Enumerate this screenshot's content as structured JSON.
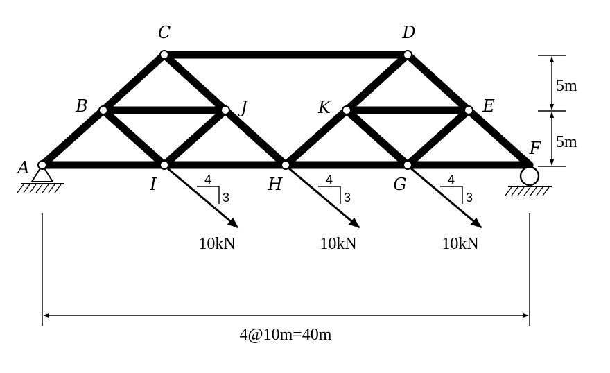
{
  "figure": {
    "nodes": [
      {
        "id": "A",
        "label": "A"
      },
      {
        "id": "B",
        "label": "B"
      },
      {
        "id": "C",
        "label": "C"
      },
      {
        "id": "D",
        "label": "D"
      },
      {
        "id": "E",
        "label": "E"
      },
      {
        "id": "F",
        "label": "F"
      },
      {
        "id": "G",
        "label": "G"
      },
      {
        "id": "H",
        "label": "H"
      },
      {
        "id": "I",
        "label": "I"
      },
      {
        "id": "J",
        "label": "J"
      },
      {
        "id": "K",
        "label": "K"
      }
    ],
    "members": [
      [
        "A",
        "I"
      ],
      [
        "I",
        "H"
      ],
      [
        "H",
        "G"
      ],
      [
        "G",
        "F"
      ],
      [
        "A",
        "B"
      ],
      [
        "B",
        "C"
      ],
      [
        "C",
        "D"
      ],
      [
        "D",
        "E"
      ],
      [
        "E",
        "F"
      ],
      [
        "B",
        "J"
      ],
      [
        "K",
        "E"
      ],
      [
        "B",
        "I"
      ],
      [
        "I",
        "J"
      ],
      [
        "C",
        "J"
      ],
      [
        "J",
        "H"
      ],
      [
        "H",
        "K"
      ],
      [
        "K",
        "D"
      ],
      [
        "K",
        "G"
      ],
      [
        "G",
        "E"
      ]
    ],
    "loads": [
      {
        "at": "I",
        "label": "10kN",
        "slope_horizontal": "4",
        "slope_vertical": "3"
      },
      {
        "at": "H",
        "label": "10kN",
        "slope_horizontal": "4",
        "slope_vertical": "3"
      },
      {
        "at": "G",
        "label": "10kN",
        "slope_horizontal": "4",
        "slope_vertical": "3"
      }
    ],
    "dimensions": {
      "span_label": "4@10m=40m",
      "upper_height_label": "5m",
      "lower_height_label": "5m"
    },
    "supports": {
      "left": "pin",
      "right": "roller"
    }
  }
}
